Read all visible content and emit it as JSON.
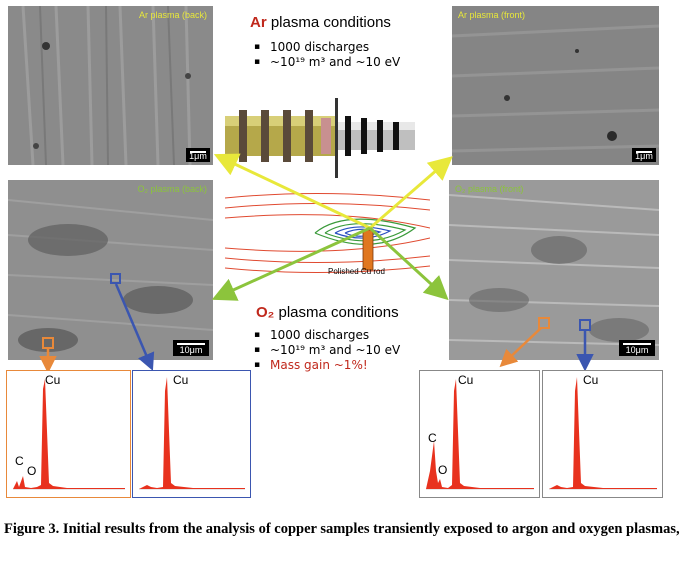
{
  "micrographs": {
    "ar_back": {
      "label": "Ar plasma (back)",
      "scale": "1μm"
    },
    "ar_front": {
      "label": "Ar plasma (front)",
      "scale": "1μm"
    },
    "o2_back": {
      "label": "O₂ plasma (back)",
      "scale": "10μm"
    },
    "o2_front": {
      "label": "O₂ plasma (front)",
      "scale": "10μm"
    }
  },
  "ar_conditions": {
    "element": "Ar",
    "title_rest": " plasma conditions",
    "bullets": [
      "1000 discharges",
      "~10¹⁹ m³ and ~10 eV"
    ]
  },
  "o2_conditions": {
    "element": "O₂",
    "title_rest": " plasma conditions",
    "bullets": [
      "1000 discharges",
      "~10¹⁹ m³ and ~10 eV",
      "Mass gain ~1%!"
    ]
  },
  "diagram": {
    "rod_label": "Polished Cu rod"
  },
  "spectra": [
    {
      "peaks": [
        "Cu",
        "C",
        "O"
      ],
      "border": "#e8893a"
    },
    {
      "peaks": [
        "Cu"
      ],
      "border": "#3b56b0"
    },
    {
      "peaks": [
        "Cu",
        "C",
        "O"
      ],
      "border": "#888888"
    },
    {
      "peaks": [
        "Cu"
      ],
      "border": "#888888"
    }
  ],
  "colors": {
    "arrow_yellow": "#e8e83a",
    "arrow_green": "#8cc43c",
    "arrow_orange": "#e8893a",
    "arrow_blue": "#3b56b0",
    "accent_red": "#c0281c",
    "spectrum_red": "#e8321e"
  },
  "caption": "Figure 3. Initial results from the analysis of copper samples transiently exposed to argon and oxygen plasmas,"
}
